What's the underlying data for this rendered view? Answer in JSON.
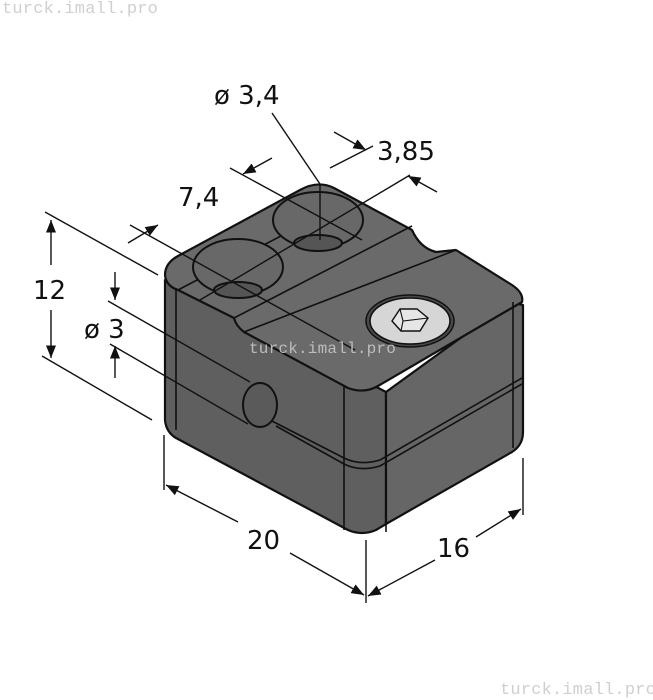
{
  "watermarks": {
    "top_left": "turck.imall.pro",
    "center": "turck.imall.pro",
    "bottom_right": "turck.imall.pro"
  },
  "drawing": {
    "subject": "mounting-block-isometric",
    "body_colors": {
      "top": "#6a6a6a",
      "front": "#5f5f5f",
      "side": "#666666",
      "outline": "#111111",
      "screw_head": "#d6d6d6"
    },
    "dimensions": {
      "hole_diameter": "ø 3,4",
      "hole_offset": "3,85",
      "hole_spacing": "7,4",
      "height": "12",
      "cable_diameter": "ø 3",
      "length": "20",
      "width": "16"
    }
  }
}
